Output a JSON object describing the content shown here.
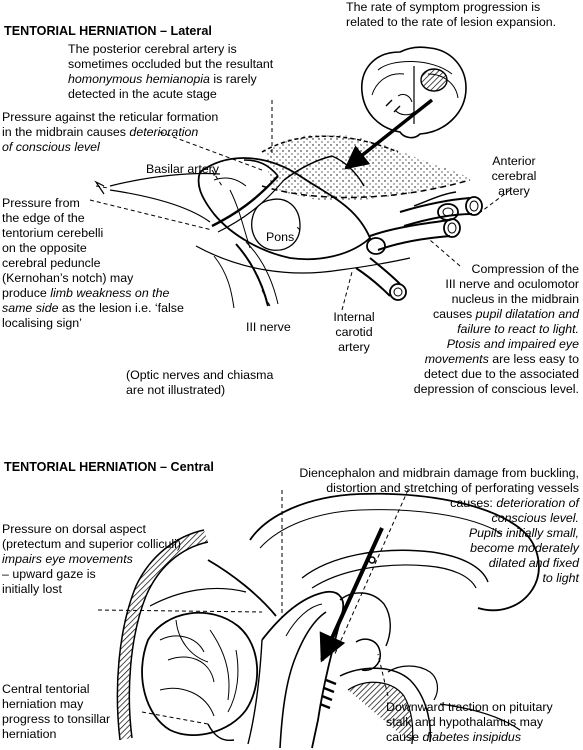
{
  "lateral": {
    "title": "TENTORIAL HERNIATION – Lateral",
    "rate": [
      "The rate of symptom progression is",
      "related to the rate of lesion expansion."
    ],
    "pca": {
      "lines": [
        "The posterior cerebral artery is",
        "sometimes occluded but the resultant"
      ],
      "italic": "homonymous hemianopia",
      "tail": " is rarely",
      "last": "detected in the acute stage"
    },
    "reticular": {
      "l1": "Pressure against the reticular formation",
      "l2a": "in the midbrain causes ",
      "l2b": "deterioration",
      "l3": "of conscious level"
    },
    "labels": {
      "basilar": "Basilar artery",
      "pons": "Pons",
      "anterior": [
        "Anterior",
        "cerebral",
        "artery"
      ],
      "third": "III nerve",
      "carotid": [
        "Internal",
        "carotid",
        "artery"
      ]
    },
    "kernohan": {
      "l1": "Pressure from",
      "l2": "the edge of the",
      "l3": "tentorium cerebelli",
      "l4": "on the opposite",
      "l5": "cerebral peduncle",
      "l6a": "(Kernohan’s notch) may",
      "l7a": "produce ",
      "l7b": "limb weakness on the",
      "l8a": "same side",
      "l8b": " as the lesion i.e. ‘false",
      "l9": "localising sign’"
    },
    "compression": {
      "l1": "Compression of the",
      "l2": "III nerve and oculomotor",
      "l3a": "nucleus in the midbrain",
      "l3b": " causes ",
      "l3c": "pupil dilatation and",
      "l4": "failure to react to light.",
      "l5": "Ptosis and impaired eye",
      "l6a": "movements",
      "l6b": " are less easy to",
      "l7": "detect due to the associated",
      "l8": "depression of conscious level."
    },
    "optic": [
      "(Optic nerves and chiasma",
      "are not illustrated)"
    ]
  },
  "central": {
    "title": "TENTORIAL HERNIATION – Central",
    "diencephalon": {
      "l1": "Diencephalon and midbrain damage from buckling,",
      "l2": "distortion and stretching of perforating vessels",
      "l3a": "causes: ",
      "l3b": "deterioration of",
      "l4": "conscious level.",
      "l5": "Pupils initially small,",
      "l6": "become moderately",
      "l7": "dilated and fixed",
      "l8": "to light"
    },
    "dorsal": {
      "l1": "Pressure on dorsal aspect",
      "l2": "(pretectum and superior colliculi)",
      "l3": "impairs eye movements",
      "l4": "– upward gaze is",
      "l5": "initially lost"
    },
    "tonsillar": [
      "Central tentorial",
      "herniation may",
      "progress to tonsillar",
      "herniation"
    ],
    "pituitary": {
      "l1": "Downward traction on pituitary",
      "l2": "stalk and hypothalamus may",
      "l3a": "cause ",
      "l3b": "diabetes insipidus"
    }
  }
}
